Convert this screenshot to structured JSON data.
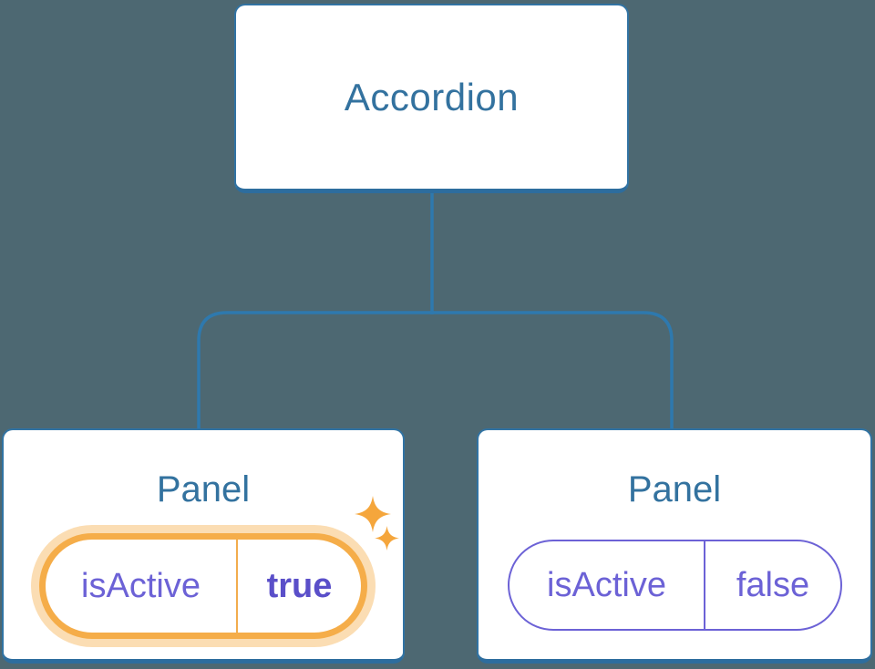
{
  "tree": {
    "root": {
      "label": "Accordion"
    },
    "children": [
      {
        "label": "Panel",
        "state_key": "isActive",
        "state_value": "true",
        "highlighted": true
      },
      {
        "label": "Panel",
        "state_key": "isActive",
        "state_value": "false",
        "highlighted": false
      }
    ]
  },
  "icons": {
    "sparkle_large": "sparkle-icon",
    "sparkle_small": "sparkle-icon"
  },
  "colors": {
    "background": "#4D6872",
    "connector_blue": "#2E79AE",
    "box_border": "#3173A3",
    "box_border_bottom": "#2D6D9E",
    "title_text": "#33729F",
    "state_text_purple": "#6C62D6",
    "state_value_bold_purple": "#5A4FC9",
    "highlight_orange": "#F5AD49",
    "highlight_halo": "#FAD9A4",
    "sparkle_orange": "#F5A63C"
  }
}
